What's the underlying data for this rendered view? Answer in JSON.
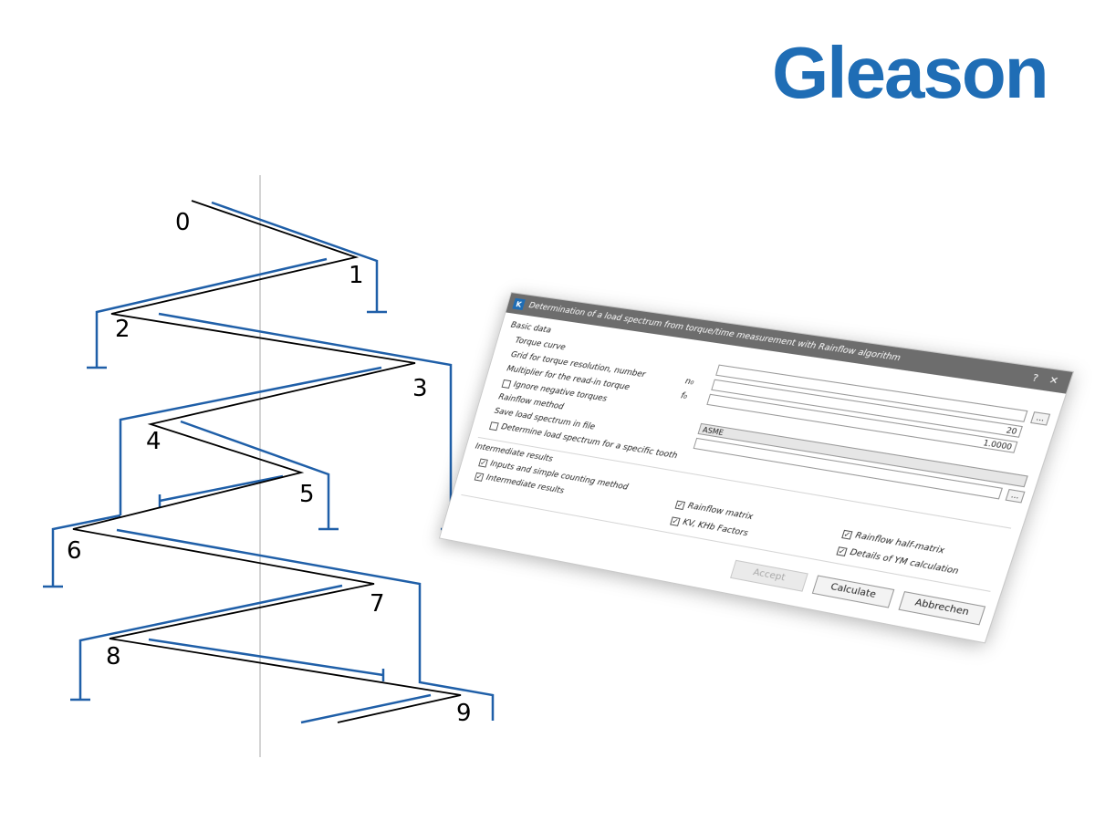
{
  "logo": {
    "text": "Gleason",
    "color": "#1f6db5"
  },
  "diagram": {
    "points": [
      {
        "label": "0"
      },
      {
        "label": "1"
      },
      {
        "label": "2"
      },
      {
        "label": "3"
      },
      {
        "label": "4"
      },
      {
        "label": "5"
      },
      {
        "label": "6"
      },
      {
        "label": "7"
      },
      {
        "label": "8"
      },
      {
        "label": "9"
      }
    ],
    "line_color": "#000000",
    "rainflow_color": "#1f5fa8"
  },
  "dialog": {
    "title": "Determination of a load spectrum from torque/time measurement with Rainflow algorithm",
    "help": "?",
    "close": "✕",
    "rows": {
      "basic_data": "Basic data",
      "torque_curve": "Torque curve",
      "grid_label": "Grid for torque resolution, number",
      "grid_symbol": "n₀",
      "grid_value": "20",
      "multiplier_label": "Multiplier for the read-in torque",
      "multiplier_symbol": "f₀",
      "multiplier_value": "1.0000",
      "ignore_negative": "Ignore negative torques",
      "rainflow_method": "Rainflow method",
      "rainflow_method_value": "ASME",
      "save_spectrum": "Save load spectrum in file",
      "determine_spectrum": "Determine load spectrum for a specific tooth",
      "intermediate_header": "Intermediate results",
      "inputs_counting": "Inputs and simple counting method",
      "intermediate_results": "Intermediate results",
      "dots": "..."
    },
    "checks": {
      "rainflow_matrix": "Rainflow matrix",
      "rainflow_half": "Rainflow half-matrix",
      "kv_factors": "KV, KHb Factors",
      "ym_details": "Details of YM calculation"
    },
    "buttons": {
      "accept": "Accept",
      "calculate": "Calculate",
      "cancel": "Abbrechen"
    }
  }
}
